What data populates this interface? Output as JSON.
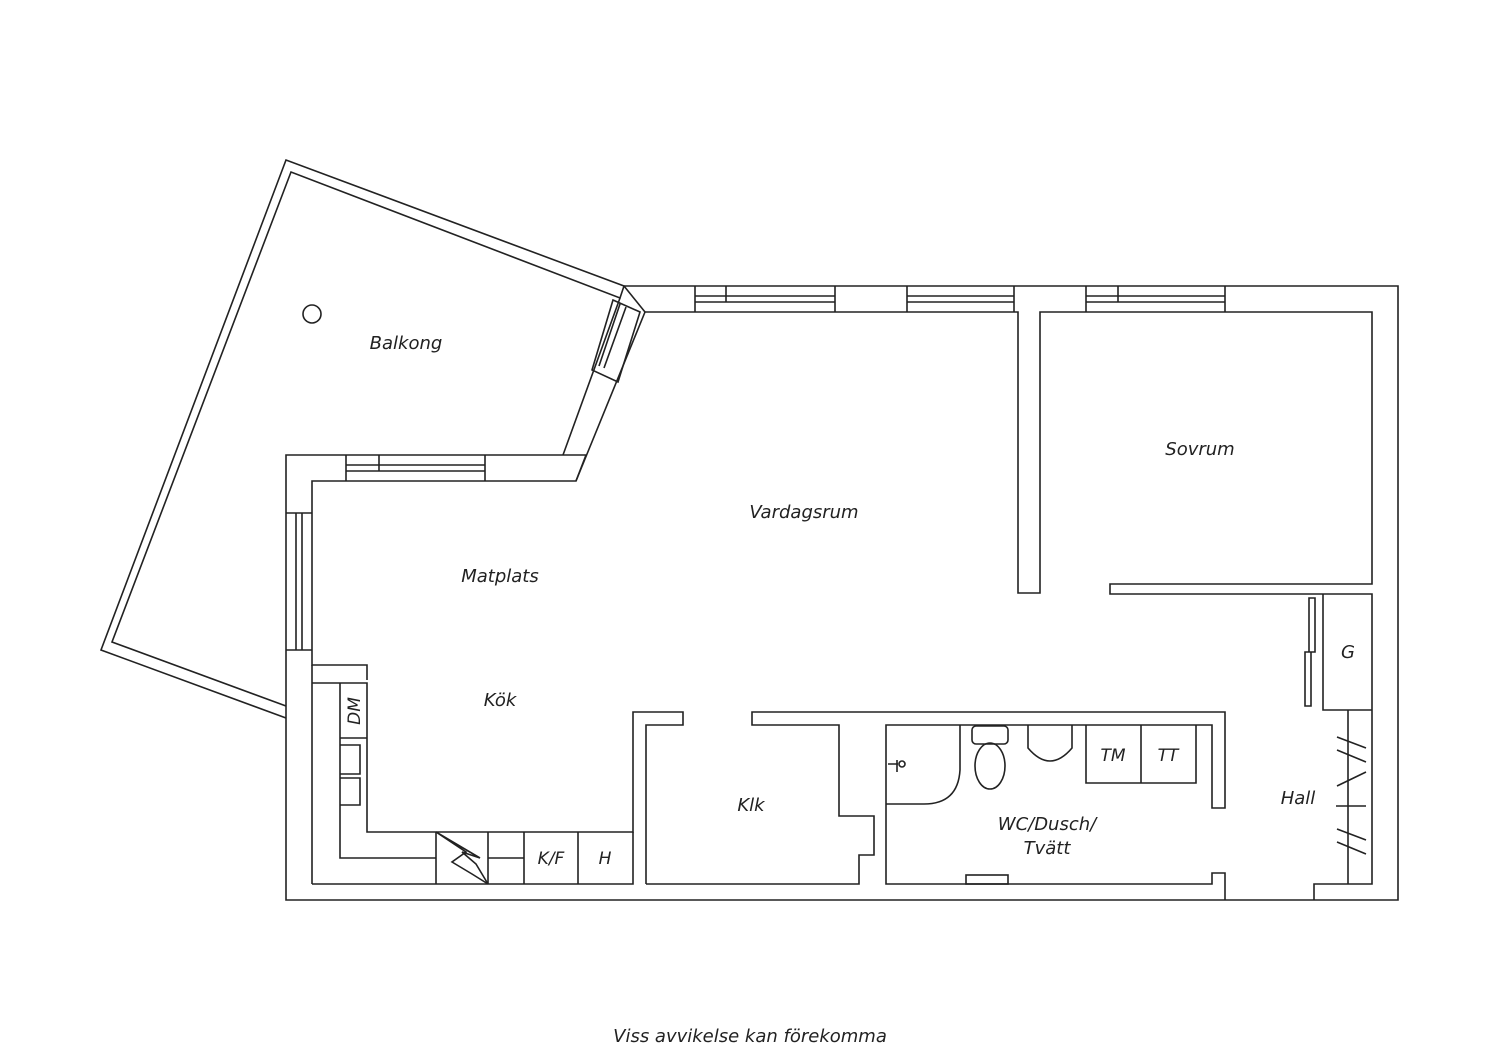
{
  "rooms": {
    "balkong": "Balkong",
    "vardagsrum": "Vardagsrum",
    "sovrum": "Sovrum",
    "matplats": "Matplats",
    "kok": "Kök",
    "klk": "Klk",
    "wc": "WC/Dusch/",
    "wc2": "Tvätt",
    "hall": "Hall",
    "g": "G"
  },
  "appliances": {
    "dm": "DM",
    "kf": "K/F",
    "h": "H",
    "tm": "TM",
    "tt": "TT"
  },
  "footer": "Viss avvikelse kan förekomma"
}
